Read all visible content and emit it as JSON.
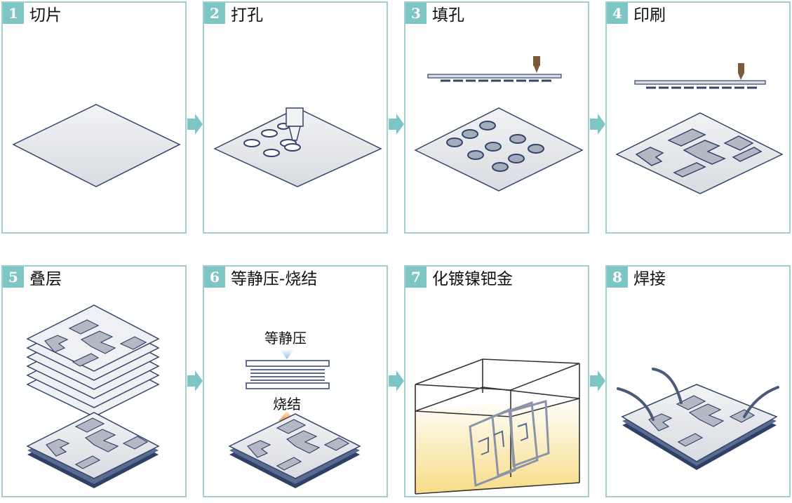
{
  "steps": [
    {
      "num": "1",
      "title": "切片"
    },
    {
      "num": "2",
      "title": "打孔"
    },
    {
      "num": "3",
      "title": "填孔"
    },
    {
      "num": "4",
      "title": "印刷"
    },
    {
      "num": "5",
      "title": "叠层"
    },
    {
      "num": "6",
      "title": "等静压-烧结"
    },
    {
      "num": "7",
      "title": "化镀镍钯金"
    },
    {
      "num": "8",
      "title": "焊接"
    }
  ],
  "step6_labels": {
    "press": "等静压",
    "sinter": "烧结"
  },
  "colors": {
    "accent": "#7ec6c4",
    "border": "#9fcfcf",
    "sheet": "#e2e4e8",
    "edge": "#34446a"
  }
}
